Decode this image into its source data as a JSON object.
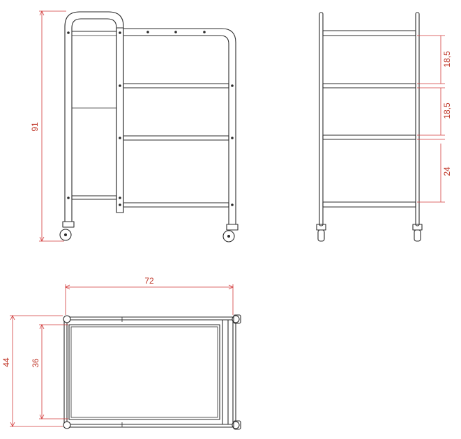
{
  "dimensions": {
    "height_total": "91",
    "shelf_gap_top": "18,5",
    "shelf_gap_middle": "18,5",
    "shelf_gap_bottom": "24",
    "width_total": "72",
    "depth_outer": "44",
    "depth_inner": "36"
  },
  "colors": {
    "line": "#2b2b2b",
    "dimension": "#d23a3a"
  }
}
